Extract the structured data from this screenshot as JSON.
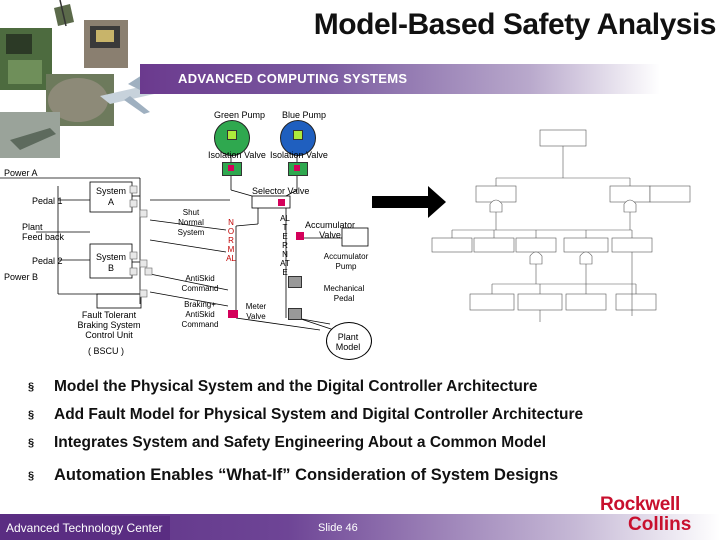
{
  "header": {
    "title": "Model-Based Safety Analysis",
    "banner": "ADVANCED COMPUTING SYSTEMS"
  },
  "diagram": {
    "green_pump": "Green Pump",
    "blue_pump": "Blue Pump",
    "isolation_valve_1": "Isolation Valve",
    "isolation_valve_2": "Isolation Valve",
    "power_a": "Power A",
    "pedal_1": "Pedal 1",
    "system_a": "System A",
    "plant_feedback": "Plant\nFeed back",
    "pedal_2": "Pedal 2",
    "system_b": "System B",
    "power_b": "Power B",
    "fault_tolerant": "Fault Tolerant\nBraking System\nControl Unit",
    "bscu": "( BSCU )",
    "shut_normal": "Shut\nNormal\nSystem",
    "normal": "NORMAL",
    "antiskid_command": "AntiSkid\nCommand",
    "braking_antiskid": "Braking+\nAntiSkid\nCommand",
    "selector_valve": "Selector Valve",
    "alternate": "ALTERNATE",
    "accumulator_valve": "Accumulator\nValve",
    "accumulator_pump": "Accumulator\nPump",
    "mechanical_pedal": "Mechanical\nPedal",
    "meter_valve": "Meter\nValve",
    "plant_model": "Plant\nModel"
  },
  "bullets": [
    "Model the Physical System and the Digital Controller Architecture",
    "Add Fault Model for Physical System and Digital Controller Architecture",
    "Integrates System and Safety Engineering About a Common Model",
    "Automation Enables “What-If” Consideration of System Designs"
  ],
  "footer": {
    "left": "Advanced Technology Center",
    "slide": "Slide 46",
    "logo_line1": "Rockwell",
    "logo_line2": "Collins"
  },
  "colors": {
    "accent_purple": "#5a2d82",
    "brand_red": "#c8102e",
    "pump_green": "#2fa84f",
    "pump_blue": "#1f5fbf",
    "valve_red": "#d4005a"
  }
}
